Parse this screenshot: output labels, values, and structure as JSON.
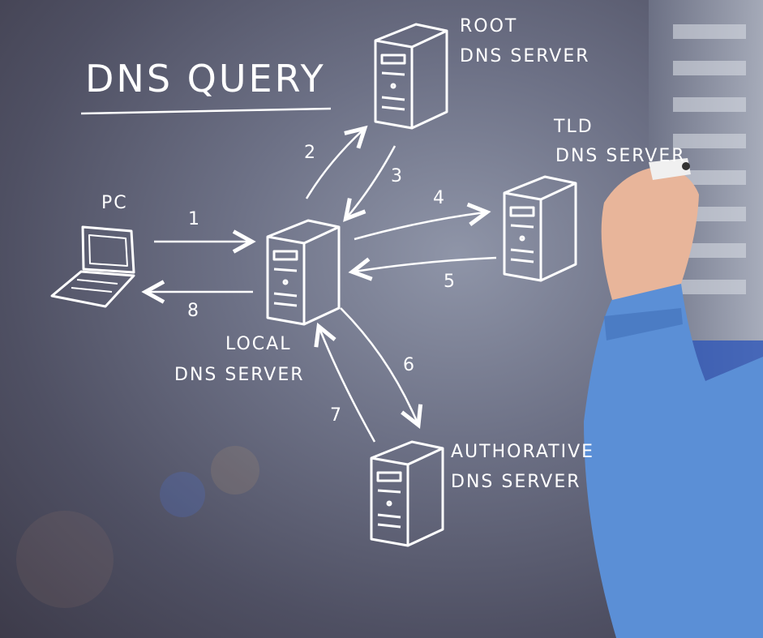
{
  "title": "DNS QUERY",
  "nodes": {
    "pc": "PC",
    "local": [
      "LOCAL",
      "DNS SERVER"
    ],
    "root": [
      "ROOT",
      "DNS SERVER"
    ],
    "tld": [
      "TLD",
      "DNS SERVER"
    ],
    "authoritative": [
      "AUTHORATIVE",
      "DNS SERVER"
    ]
  },
  "steps": [
    "1",
    "2",
    "3",
    "4",
    "5",
    "6",
    "7",
    "8"
  ],
  "colors": {
    "ink": "#ffffff",
    "shirt": "#5b8fd6",
    "background": "#5e6176"
  }
}
